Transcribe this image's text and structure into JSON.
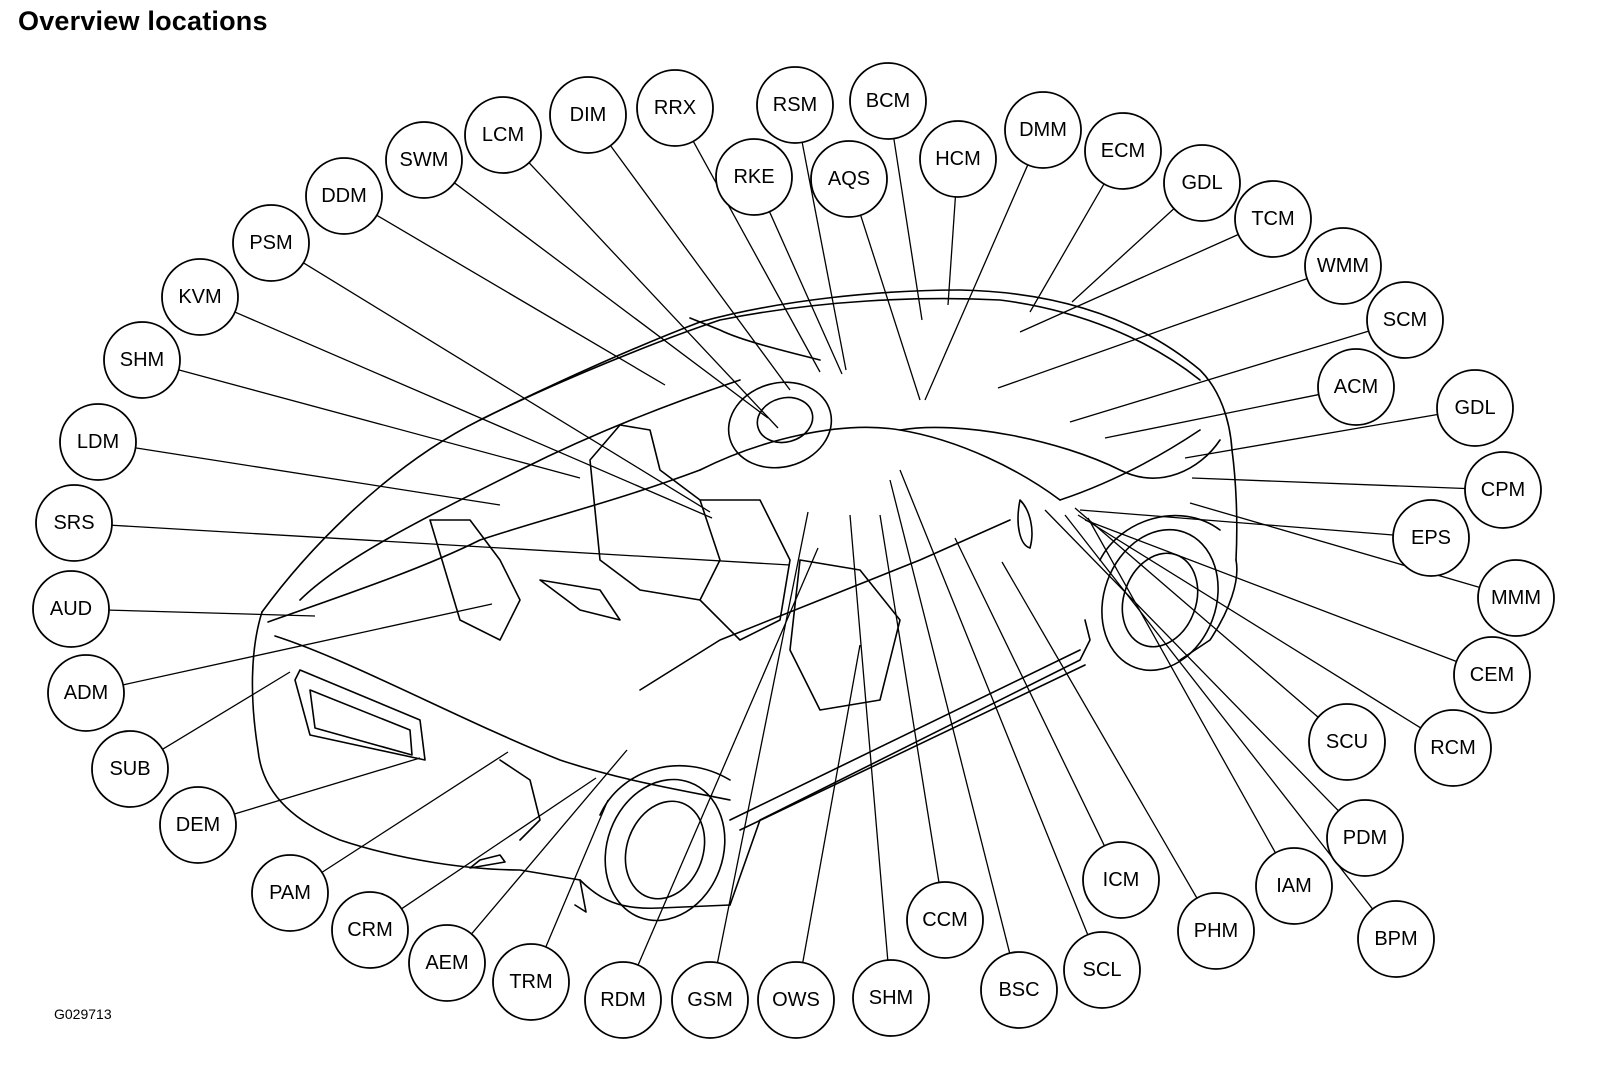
{
  "title": "Overview locations",
  "figure_code": "G029713",
  "modules": [
    "RRX",
    "RSM",
    "BCM",
    "DIM",
    "LCM",
    "SWM",
    "DDM",
    "PSM",
    "KVM",
    "SHM",
    "LDM",
    "SRS",
    "AUD",
    "ADM",
    "SUB",
    "DEM",
    "PAM",
    "CRM",
    "AEM",
    "TRM",
    "RDM",
    "GSM",
    "OWS",
    "SHM",
    "CCM",
    "BSC",
    "SCL",
    "ICM",
    "PHM",
    "IAM",
    "BPM",
    "PDM",
    "RCM",
    "SCU",
    "CEM",
    "MMM",
    "EPS",
    "CPM",
    "GDL",
    "ACM",
    "SCM",
    "WMM",
    "TCM",
    "GDL",
    "ECM",
    "DMM",
    "HCM",
    "AQS",
    "RKE"
  ]
}
